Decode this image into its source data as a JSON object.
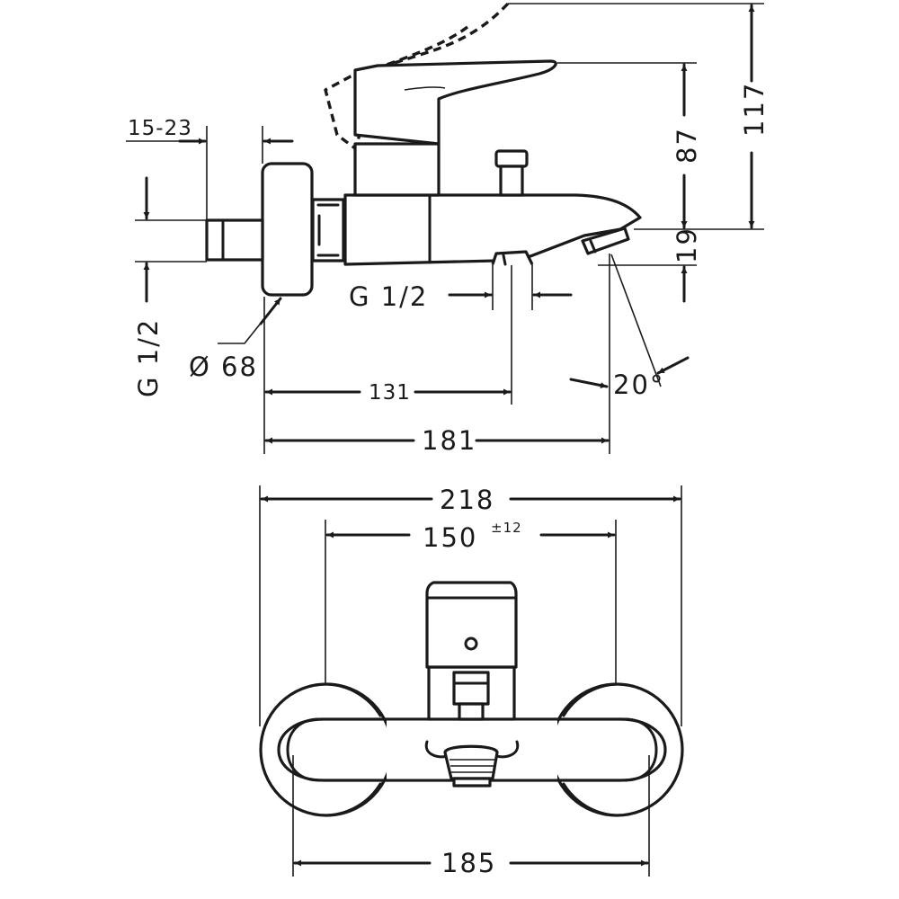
{
  "side_view": {
    "dimensions": {
      "wall_depth": "15-23",
      "inlet_thread_left": "G 1/2",
      "rosette_diameter": "Ø 68",
      "outlet_thread": "G 1/2",
      "height_total": "117",
      "height_handle": "87",
      "height_spout": "19",
      "spout_angle": "20°",
      "length_to_outlet": "131",
      "length_to_spout": "181"
    }
  },
  "front_view": {
    "dimensions": {
      "overall_width": "218",
      "centre_distance": "150",
      "centre_tolerance": "±12",
      "rosette_span": "185"
    }
  },
  "icons": [
    "dimension-arrow-icon"
  ]
}
